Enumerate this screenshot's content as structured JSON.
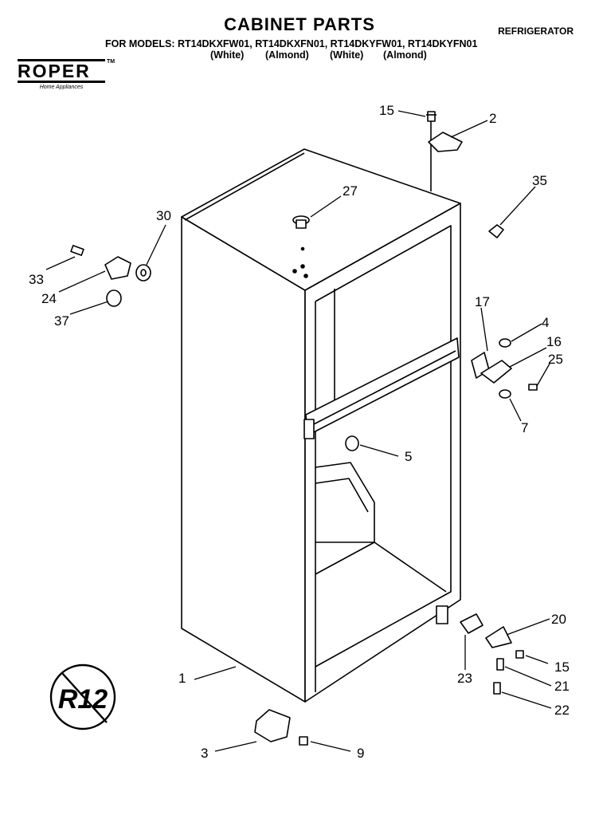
{
  "header": {
    "title": "CABINET PARTS",
    "models_line": "FOR MODELS: RT14DKXFW01, RT14DKXFN01, RT14DKYFW01, RT14DKYFN01",
    "variants": [
      "(White)",
      "(Almond)",
      "(White)",
      "(Almond)"
    ],
    "category": "REFRIGERATOR"
  },
  "brand": {
    "name": "ROPER",
    "trademark": "TM",
    "tagline": "Home Appliances"
  },
  "badge": {
    "text": "R12"
  },
  "callouts": [
    "15",
    "2",
    "27",
    "35",
    "30",
    "33",
    "24",
    "37",
    "17",
    "4",
    "16",
    "25",
    "7",
    "5",
    "20",
    "15",
    "21",
    "22",
    "23",
    "1",
    "3",
    "9"
  ]
}
